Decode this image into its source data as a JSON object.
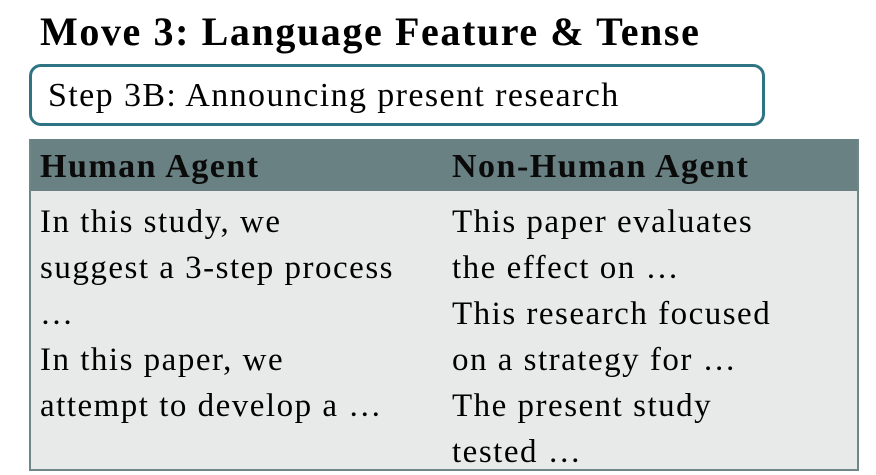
{
  "title": "Move 3: Language Feature & Tense",
  "step": "Step 3B: Announcing present research",
  "table": {
    "headers": [
      "Human Agent",
      "Non-Human Agent"
    ],
    "human_agent_lines": [
      "In this study, we",
      "suggest a 3-step process",
      "…",
      "In this paper, we",
      "attempt to develop a …"
    ],
    "non_human_agent_lines": [
      "This paper evaluates",
      "the effect on …",
      "This research focused",
      "on a strategy for …",
      "The present study",
      "tested …"
    ]
  }
}
